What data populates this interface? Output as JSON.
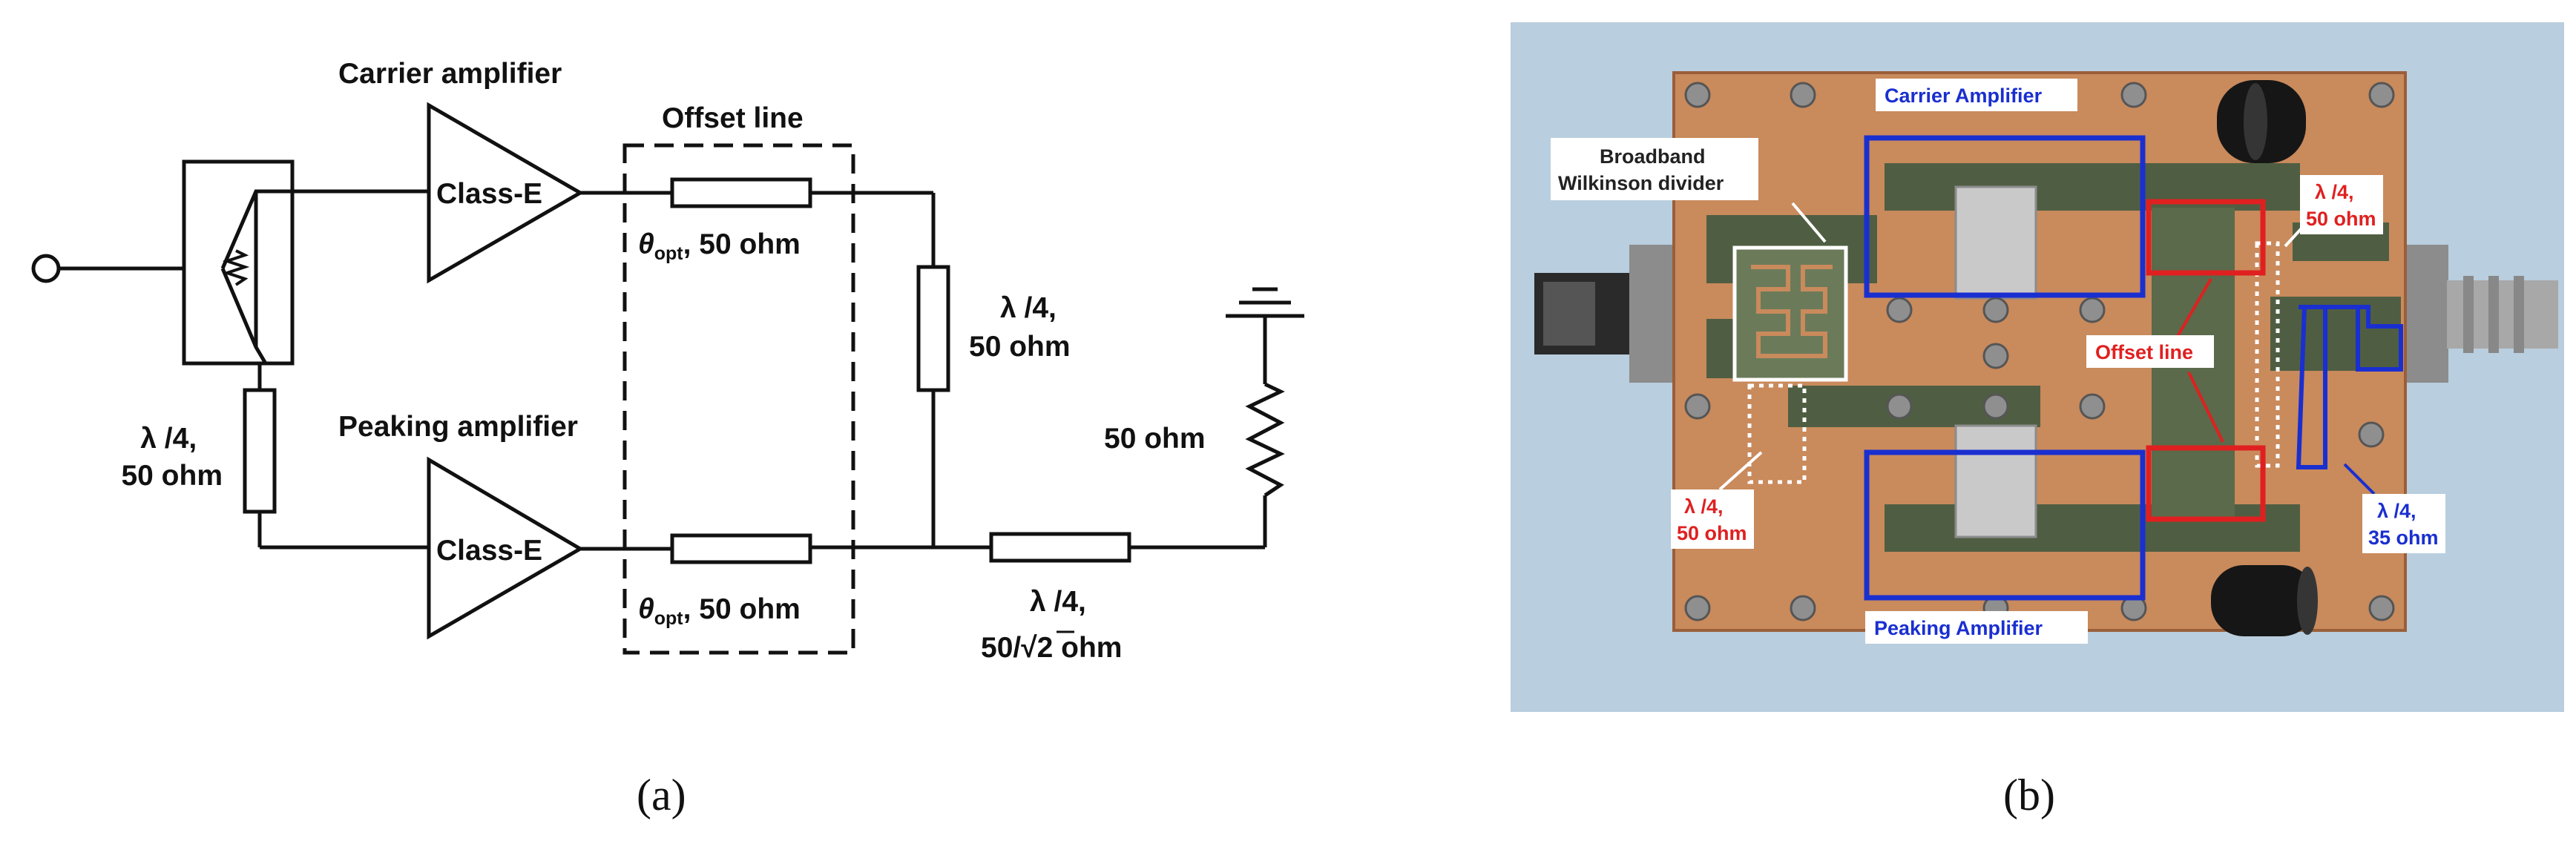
{
  "panel_a": {
    "carrier_label": "Carrier amplifier",
    "peaking_label": "Peaking amplifier",
    "offset_label": "Offset line",
    "class_e_top": "Class-E",
    "class_e_bottom": "Class-E",
    "theta_symbol": "θ",
    "theta_sub": "opt",
    "theta_rest": ", 50 ohm",
    "left_line": [
      "λ /4,",
      "50 ohm"
    ],
    "vert_line": [
      "λ /4,",
      "50 ohm"
    ],
    "load_label": "50 ohm",
    "bottom_line_1": "λ /4,",
    "bottom_line_2_pre": "50/",
    "bottom_line_2_rad": "2",
    "bottom_line_2_post": " ohm",
    "caption": "(a)"
  },
  "panel_b": {
    "carrier": "Carrier Amplifier",
    "peaking": "Peaking Amplifier",
    "wilkinson": [
      "Broadband",
      "Wilkinson divider"
    ],
    "offset": "Offset line",
    "qw_top": [
      "λ /4,",
      "50 ohm"
    ],
    "qw_left": [
      "λ /4,",
      "50 ohm"
    ],
    "qw_right": [
      "λ /4,",
      "35 ohm"
    ],
    "caption": "(b)"
  },
  "colors": {
    "blue": "#1a2fd0",
    "red": "#e02020",
    "copper": "#c98a5c",
    "board_bg": "#b9cede"
  }
}
